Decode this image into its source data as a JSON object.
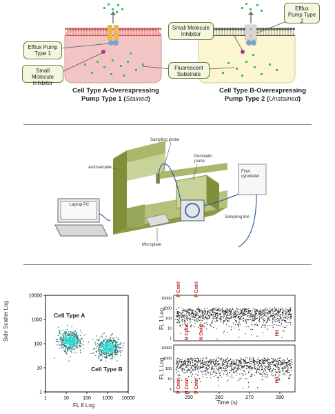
{
  "panel_a": {
    "callouts": {
      "efflux_pump_1": "Efflux Pump Type 1",
      "inhibitor_left": "Small Molecule Inhibitor",
      "inhibitor_right": "Small Molecule Inhibitor",
      "efflux_pump_2": "Efflux Pump Type 2",
      "substrate": "Fluorescent Substrate"
    },
    "caption_a_line1": "Cell Type A-Overexpressing",
    "caption_a_line2": "Pump Type 1",
    "caption_a_state": "Stained",
    "caption_b_line1": "Cell Type B-Overexpressing",
    "caption_b_line2": "Pump Type 2",
    "caption_b_state": "Unstained",
    "colors": {
      "cell_a": "#f3c4c4",
      "cell_b": "#fbf6cf",
      "substrate": "#3bbf5a",
      "inhibitor": "#b0309a"
    }
  },
  "panel_b": {
    "labels": {
      "sampling_probe": "Sampling probe",
      "peristaltic_pump": "Peristaltic pump",
      "autosampler": "Autosampler",
      "flow_cytometer": "Flow cytometer",
      "laptop": "Laptop PC",
      "sampling_line": "Sampling line",
      "microplate": "Microplate"
    }
  },
  "panel_c": {
    "chart_data": [
      {
        "type": "scatter",
        "xlabel": "FL 8 Log",
        "ylabel": "Side Scatter Log",
        "scale": "log",
        "xticks": [
          "1",
          "10",
          "100",
          "1000",
          "10000"
        ],
        "yticks": [
          "1",
          "10",
          "100",
          "1000",
          "10000"
        ],
        "xlim": [
          1,
          10000
        ],
        "ylim": [
          1,
          10000
        ],
        "series": [
          {
            "name": "Cell Type A",
            "center": [
              15,
              130
            ]
          },
          {
            "name": "Cell Type B",
            "center": [
              1000,
              70
            ]
          }
        ]
      },
      {
        "type": "scatter",
        "xlabel": "Time (s)",
        "ylabel": "FL 1 Log",
        "xticks": [
          "250",
          "260",
          "270",
          "280"
        ],
        "yticks": [
          "10000",
          "1000",
          "100",
          "10",
          "1"
        ],
        "xlim": [
          245,
          285
        ],
        "annotations_top": [
          "P Cntrl",
          "N Cntrl",
          "P Cntrl",
          "N Cntrl",
          "Hit"
        ],
        "annotations_bottom": [
          "P Cntrl",
          "N Cntrl",
          "P Cntrl",
          "Hit"
        ]
      }
    ]
  }
}
